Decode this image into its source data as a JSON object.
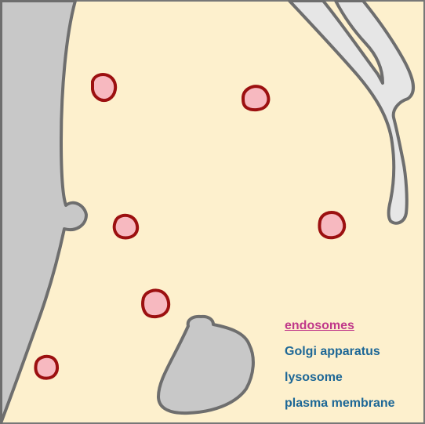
{
  "colors": {
    "cytoplasm": "#fdf0cd",
    "organelle_fill": "#c8c8c8",
    "organelle_stroke": "#6e6e6e",
    "golgi_fill": "#e6e6e6",
    "endosome_fill": "#f7b9c0",
    "endosome_stroke": "#9c1010",
    "frame_stroke": "#777777",
    "legend_active": "#c0398a",
    "legend_default": "#1d6796"
  },
  "legend": {
    "items": [
      {
        "label": "endosomes",
        "state": "selected"
      },
      {
        "label": "Golgi apparatus",
        "state": "default"
      },
      {
        "label": "lysosome",
        "state": "default"
      },
      {
        "label": "plasma membrane",
        "state": "default"
      }
    ]
  }
}
